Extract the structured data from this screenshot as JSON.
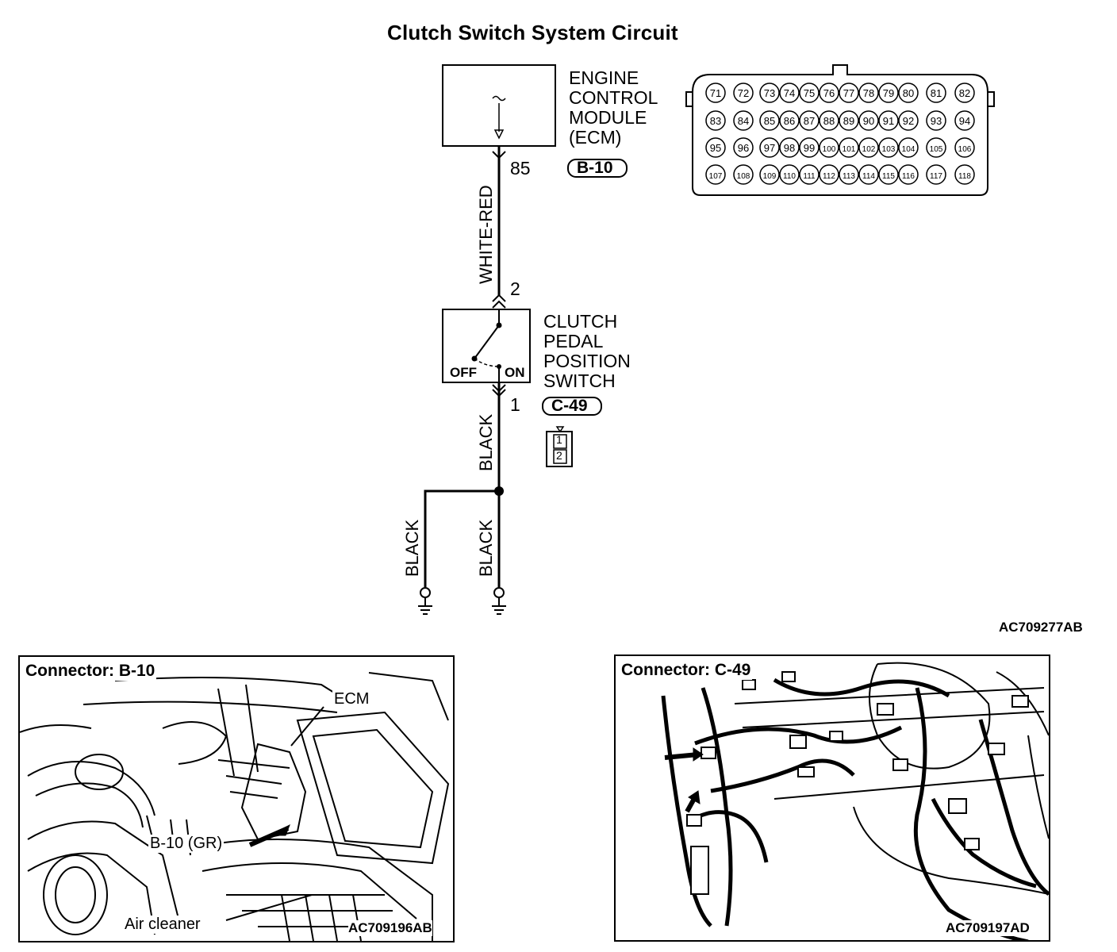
{
  "title": "Clutch Switch System Circuit",
  "ecm": {
    "name_lines": [
      "ENGINE",
      "CONTROL",
      "MODULE",
      "(ECM)"
    ],
    "connector": "B-10",
    "pin": "85",
    "pin_rows": [
      [
        "71",
        "72",
        "73",
        "74",
        "75",
        "76",
        "77",
        "78",
        "79",
        "80",
        "81",
        "82"
      ],
      [
        "83",
        "84",
        "85",
        "86",
        "87",
        "88",
        "89",
        "90",
        "91",
        "92",
        "93",
        "94"
      ],
      [
        "95",
        "96",
        "97",
        "98",
        "99",
        "100",
        "101",
        "102",
        "103",
        "104",
        "105",
        "106"
      ],
      [
        "107",
        "108",
        "109",
        "110",
        "111",
        "112",
        "113",
        "114",
        "115",
        "116",
        "117",
        "118"
      ]
    ]
  },
  "switch": {
    "name_lines": [
      "CLUTCH",
      "PEDAL",
      "POSITION",
      "SWITCH"
    ],
    "connector": "C-49",
    "pin_top": "2",
    "pin_bottom": "1",
    "off_label": "OFF",
    "on_label": "ON",
    "connector_pins": [
      "1",
      "2"
    ]
  },
  "wires": {
    "ecm_to_switch": "WHITE-RED",
    "switch_to_ground": "BLACK",
    "ground_left": "BLACK",
    "ground_right": "BLACK"
  },
  "figure_ref_main": "AC709277AB",
  "photos": [
    {
      "title": "Connector: B-10",
      "labels": {
        "ecm": "ECM",
        "connector": "B-10 (GR)",
        "air_cleaner": "Air cleaner"
      },
      "ref": "AC709196AB"
    },
    {
      "title": "Connector: C-49",
      "ref": "AC709197AD"
    }
  ]
}
